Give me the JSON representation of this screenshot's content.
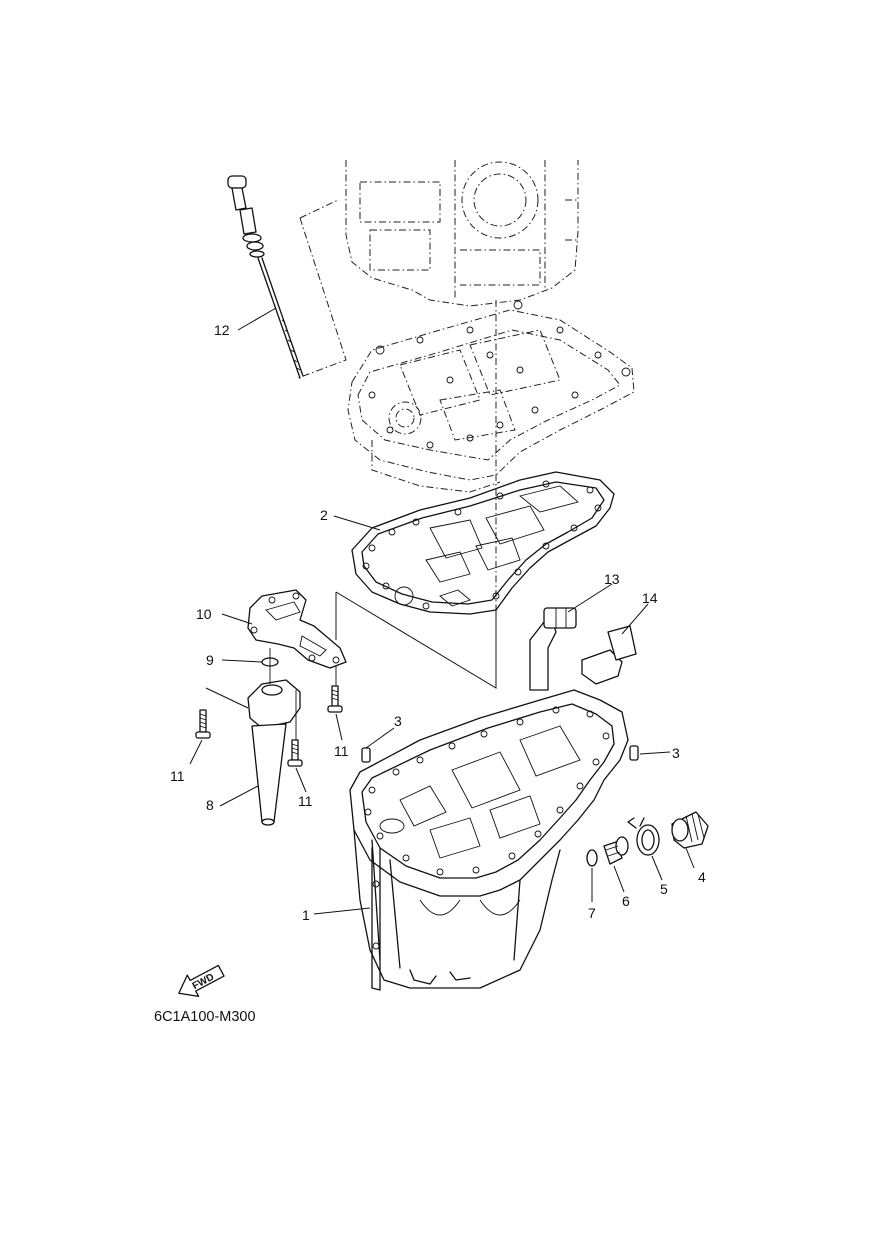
{
  "callouts": {
    "p1": "1",
    "p2": "2",
    "p3a": "3",
    "p3b": "3",
    "p4": "4",
    "p5": "5",
    "p6": "6",
    "p7": "7",
    "p8": "8",
    "p9": "9",
    "p10": "10",
    "p11a": "11",
    "p11b": "11",
    "p11c": "11",
    "p12": "12",
    "p13": "13",
    "p14": "14"
  },
  "fwd_label": "FWD",
  "diagram_code": "6C1A100-M300"
}
